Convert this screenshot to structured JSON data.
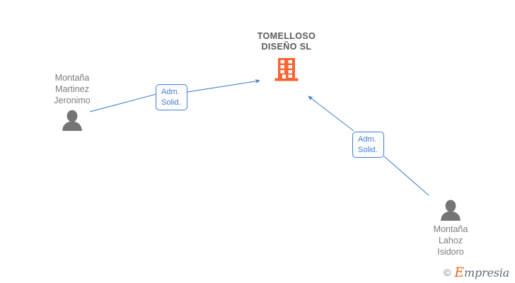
{
  "diagram": {
    "type": "org-relationship-graph",
    "background_color": "#ffffff",
    "accent_company_color": "#fa6432",
    "accent_link_color": "#3f7fd4",
    "node_text_color": "#7c7c7c",
    "title_text_color": "#595959"
  },
  "company": {
    "name": "TOMELLOSO\nDISEÑO  SL",
    "icon": "building-icon"
  },
  "people": [
    {
      "id": "person-left",
      "name": "Montaña\nMartinez\nJeronimo",
      "icon": "person-icon",
      "label_position": "above"
    },
    {
      "id": "person-right",
      "name": "Montaña\nLahoz\nIsidoro",
      "icon": "person-icon",
      "label_position": "below"
    }
  ],
  "relations": [
    {
      "id": "rel-left",
      "from": "Montaña Martinez Jeronimo",
      "to": "TOMELLOSO DISEÑO SL",
      "label": "Adm.\nSolid.",
      "direction": "to-company"
    },
    {
      "id": "rel-right",
      "from": "Montaña Lahoz Isidoro",
      "to": "TOMELLOSO DISEÑO SL",
      "label": "Adm.\nSolid.",
      "direction": "to-company"
    }
  ],
  "watermark": {
    "copyright": "©",
    "brand_initial": "E",
    "brand_rest": "mpresia"
  }
}
